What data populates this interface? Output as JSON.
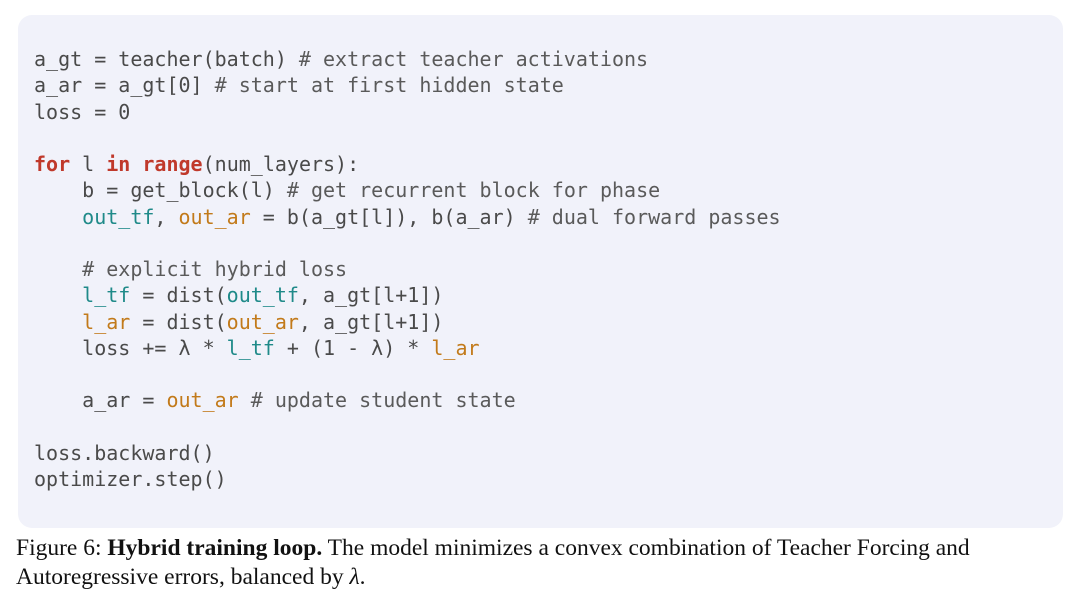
{
  "code": {
    "lines": [
      [
        {
          "t": "a_gt = teacher(batch) ",
          "c": "plain"
        },
        {
          "t": "# extract teacher activations",
          "c": "comment"
        }
      ],
      [
        {
          "t": "a_ar = a_gt[0] ",
          "c": "plain"
        },
        {
          "t": "# start at first hidden state",
          "c": "comment"
        }
      ],
      [
        {
          "t": "loss = 0",
          "c": "plain"
        }
      ],
      [],
      [
        {
          "t": "for",
          "c": "kw"
        },
        {
          "t": " l ",
          "c": "plain"
        },
        {
          "t": "in",
          "c": "kw"
        },
        {
          "t": " ",
          "c": "plain"
        },
        {
          "t": "range",
          "c": "kw"
        },
        {
          "t": "(num_layers):",
          "c": "plain"
        }
      ],
      [
        {
          "t": "    b = get_block(l) ",
          "c": "plain"
        },
        {
          "t": "# get recurrent block for phase",
          "c": "comment"
        }
      ],
      [
        {
          "t": "    ",
          "c": "plain"
        },
        {
          "t": "out_tf",
          "c": "teal"
        },
        {
          "t": ", ",
          "c": "plain"
        },
        {
          "t": "out_ar",
          "c": "orange"
        },
        {
          "t": " = b(a_gt[l]), b(a_ar) ",
          "c": "plain"
        },
        {
          "t": "# dual forward passes",
          "c": "comment"
        }
      ],
      [],
      [
        {
          "t": "    ",
          "c": "plain"
        },
        {
          "t": "# explicit hybrid loss",
          "c": "comment"
        }
      ],
      [
        {
          "t": "    ",
          "c": "plain"
        },
        {
          "t": "l_tf",
          "c": "teal"
        },
        {
          "t": " = dist(",
          "c": "plain"
        },
        {
          "t": "out_tf",
          "c": "teal"
        },
        {
          "t": ", a_gt[l+1])",
          "c": "plain"
        }
      ],
      [
        {
          "t": "    ",
          "c": "plain"
        },
        {
          "t": "l_ar",
          "c": "orange"
        },
        {
          "t": " = dist(",
          "c": "plain"
        },
        {
          "t": "out_ar",
          "c": "orange"
        },
        {
          "t": ", a_gt[l+1])",
          "c": "plain"
        }
      ],
      [
        {
          "t": "    loss += λ * ",
          "c": "plain"
        },
        {
          "t": "l_tf",
          "c": "teal"
        },
        {
          "t": " + (1 - λ) * ",
          "c": "plain"
        },
        {
          "t": "l_ar",
          "c": "orange"
        }
      ],
      [],
      [
        {
          "t": "    a_ar = ",
          "c": "plain"
        },
        {
          "t": "out_ar",
          "c": "orange"
        },
        {
          "t": " ",
          "c": "plain"
        },
        {
          "t": "# update student state",
          "c": "comment"
        }
      ],
      [],
      [
        {
          "t": "loss.backward()",
          "c": "plain"
        }
      ],
      [
        {
          "t": "optimizer.step()",
          "c": "plain"
        }
      ]
    ]
  },
  "caption": {
    "label": "Figure 6:",
    "title": "Hybrid training loop.",
    "text": "The model minimizes a convex combination of Teacher Forcing and Autoregressive errors, balanced by ",
    "symbol": "λ",
    "end": "."
  },
  "colors": {
    "panel_background": "#f1f2fa",
    "keyword": "#c0392b",
    "teal_variable": "#1f8a89",
    "orange_variable": "#c27a1a",
    "code_text": "#4a4a4a"
  }
}
